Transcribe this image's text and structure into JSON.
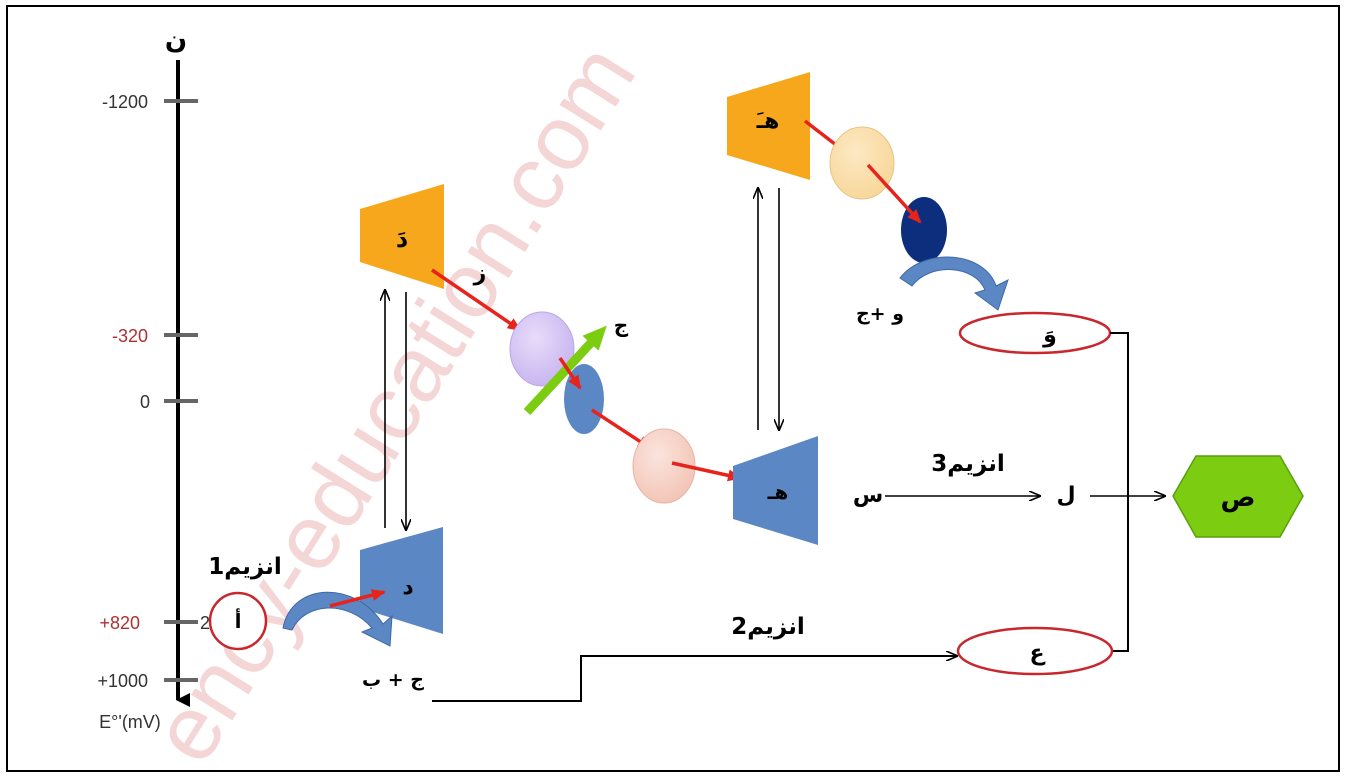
{
  "axis": {
    "top_label": "ن",
    "unit_label": "E°'(mV)",
    "ticks": [
      {
        "value": "-1200",
        "color": "#333333"
      },
      {
        "value": "-320",
        "color": "#b03030"
      },
      {
        "value": "0",
        "color": "#333333"
      },
      {
        "value": "+820",
        "color": "#b03030"
      },
      {
        "value": "+1000",
        "color": "#333333"
      }
    ]
  },
  "molecules": {
    "a": "أ",
    "a_coeff": "2",
    "d": "د",
    "d_prime": "دَ",
    "h": "هـ",
    "h_prime": "هـَ",
    "w_prime": "وَ",
    "ain": "ع",
    "sad": "ص"
  },
  "labels": {
    "enzyme1": "انزيم1",
    "enzyme2": "انزيم2",
    "enzyme3": "انزيم3",
    "products_b": "ج + ب",
    "products_w": "و +ج",
    "zay": "ز",
    "jeem": "ج",
    "seen": "س",
    "lam": "ل"
  },
  "watermark": "ency-education.com",
  "colors": {
    "orange": "#f7a71c",
    "blue": "#5b87c5",
    "green": "#7ccd12",
    "red_arrow": "#e8231c",
    "red_ring": "#c8282d",
    "navy": "#0c2e7d"
  }
}
